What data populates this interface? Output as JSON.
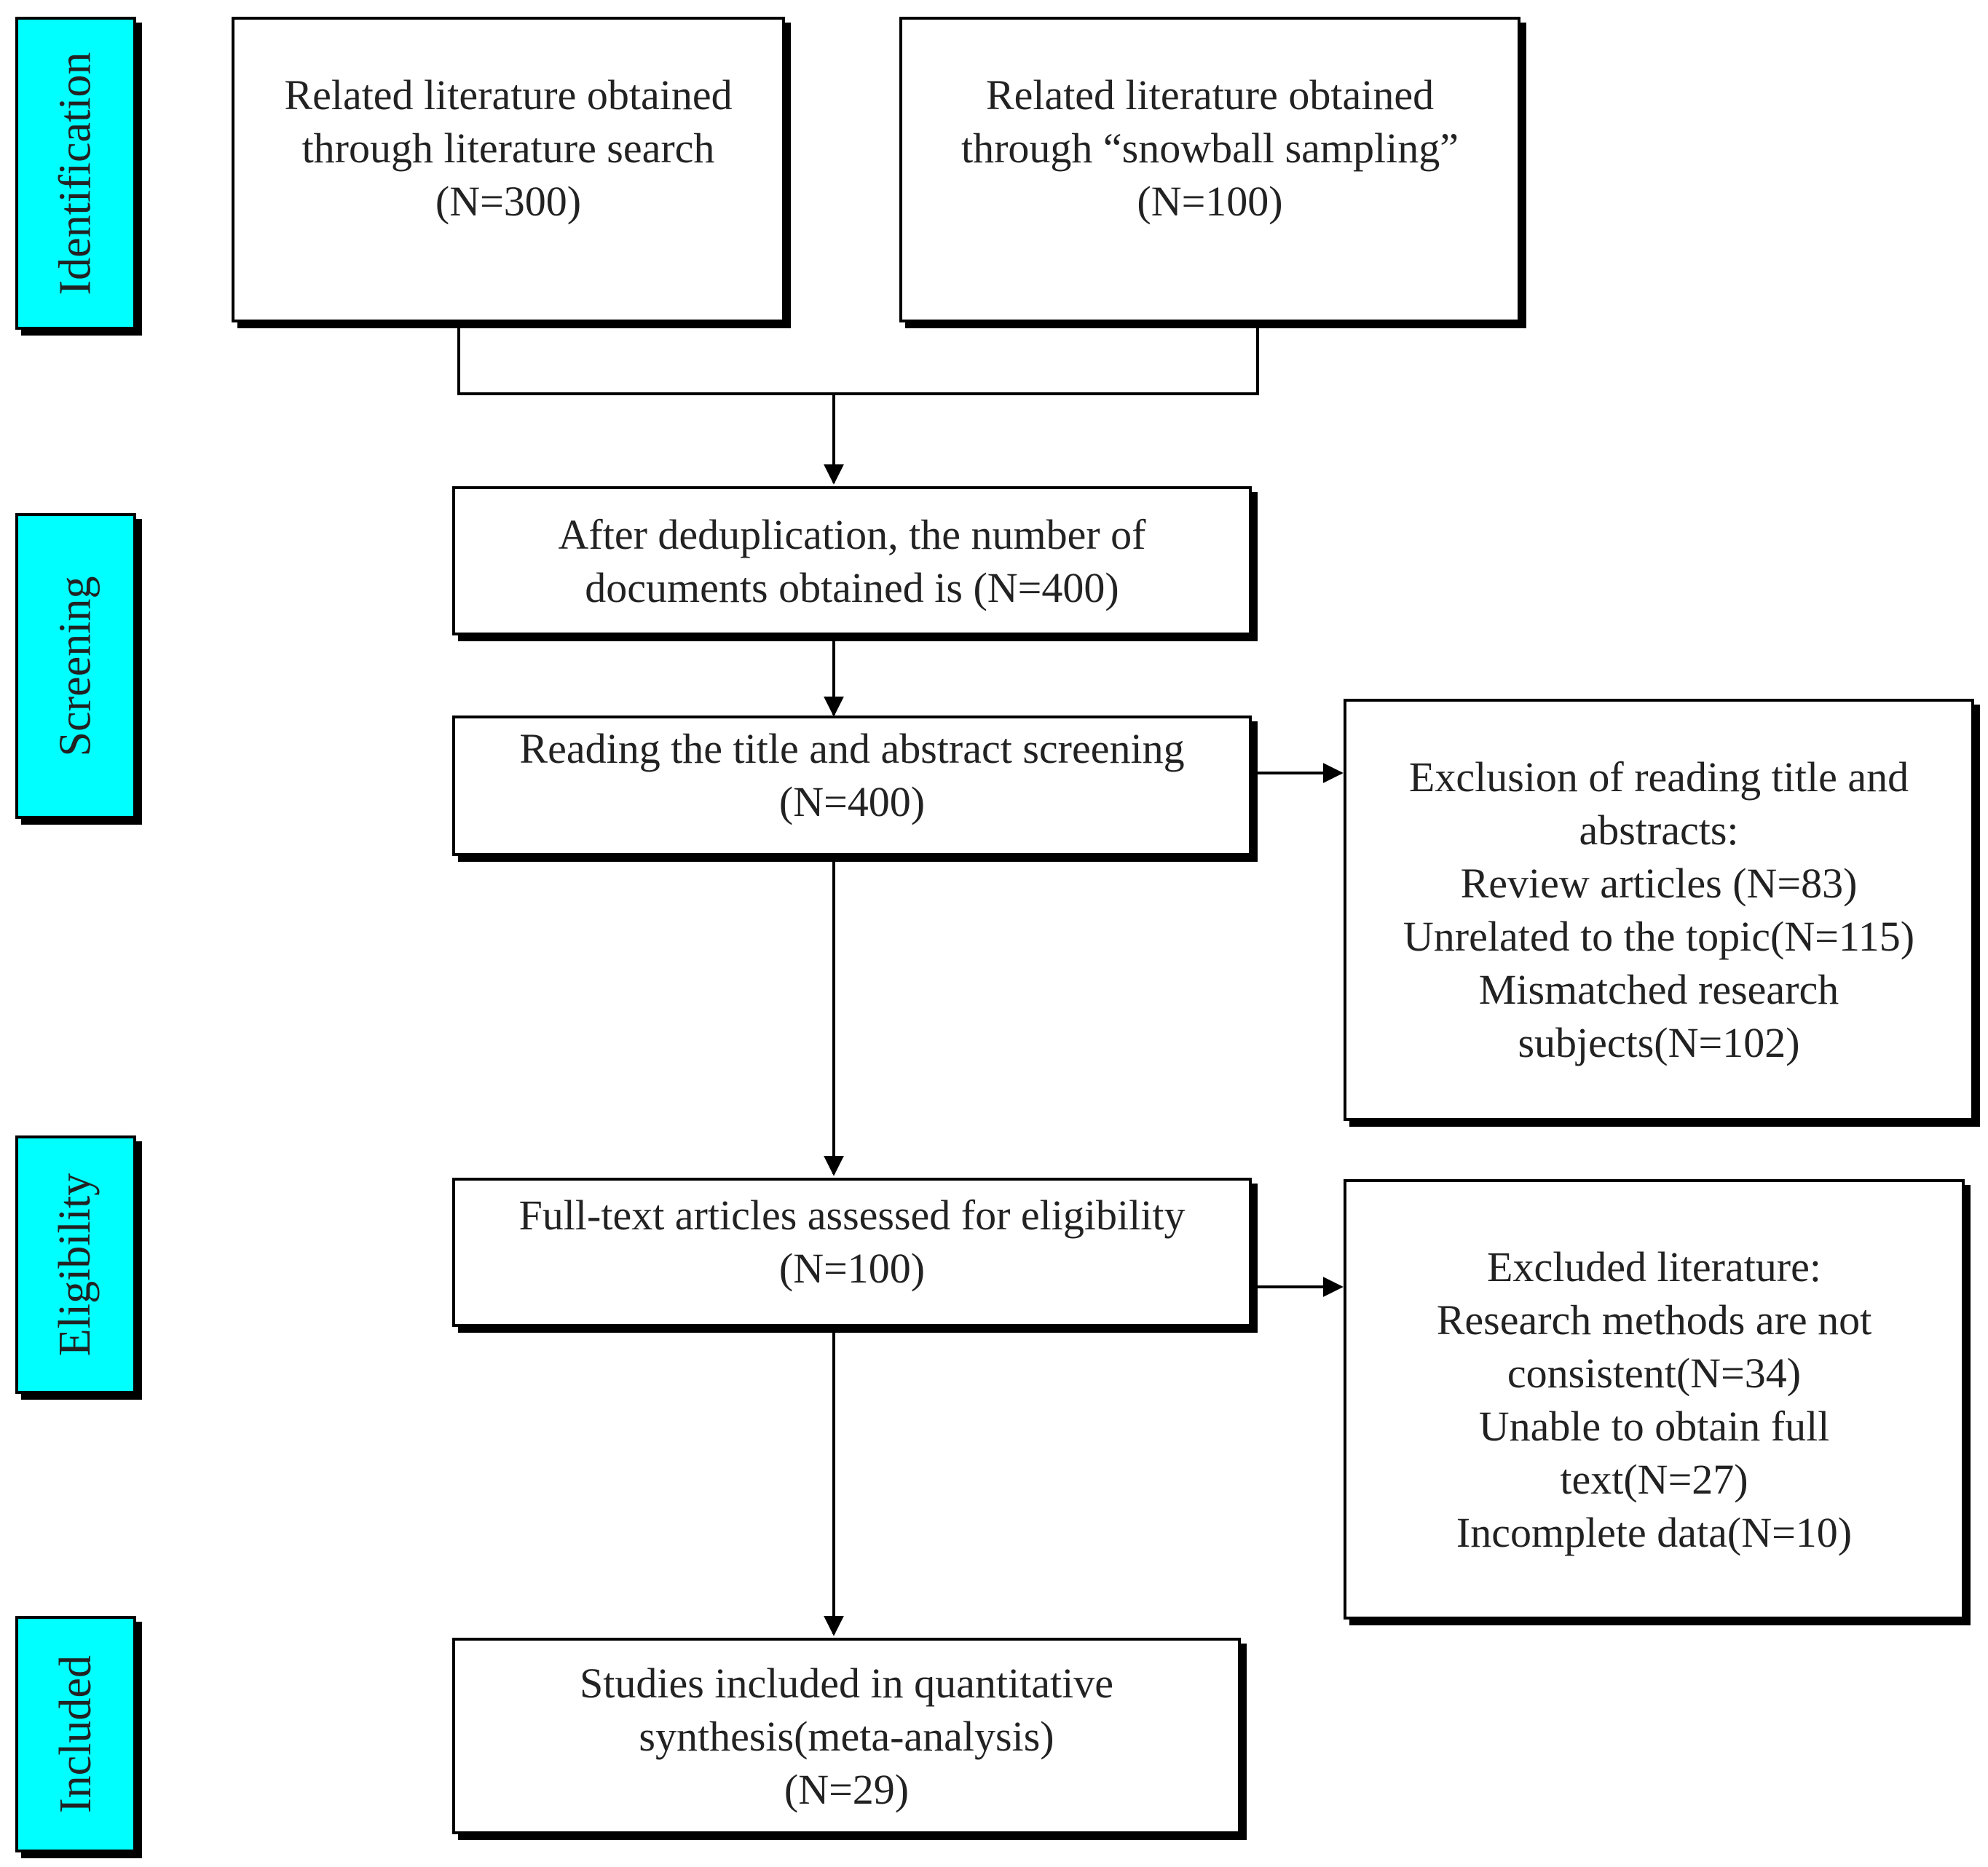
{
  "phases": {
    "identification": "Identification",
    "screening": "Screening",
    "eligibility": "Eligibility",
    "included": "Included"
  },
  "boxes": {
    "search": [
      "Related literature obtained",
      "through literature search",
      "(N=300)"
    ],
    "snowball": [
      "Related literature obtained",
      "through “snowball sampling”",
      "(N=100)"
    ],
    "dedup": [
      "After deduplication, the number of",
      "documents obtained is (N=400)"
    ],
    "title_abstract": [
      "Reading the title and abstract screening",
      "(N=400)"
    ],
    "exclusion_title": [
      "Exclusion of reading title and",
      "abstracts:",
      "Review articles (N=83)",
      "Unrelated to the topic(N=115)",
      "Mismatched research",
      "subjects(N=102)"
    ],
    "fulltext": [
      "Full-text articles assessed for eligibility",
      "(N=100)"
    ],
    "excluded_lit": [
      "Excluded literature:",
      "Research methods are not",
      "consistent(N=34)",
      "Unable to obtain full",
      "text(N=27)",
      "Incomplete data(N=10)"
    ],
    "included": [
      "Studies included in quantitative",
      "synthesis(meta-analysis)",
      "(N=29)"
    ]
  }
}
